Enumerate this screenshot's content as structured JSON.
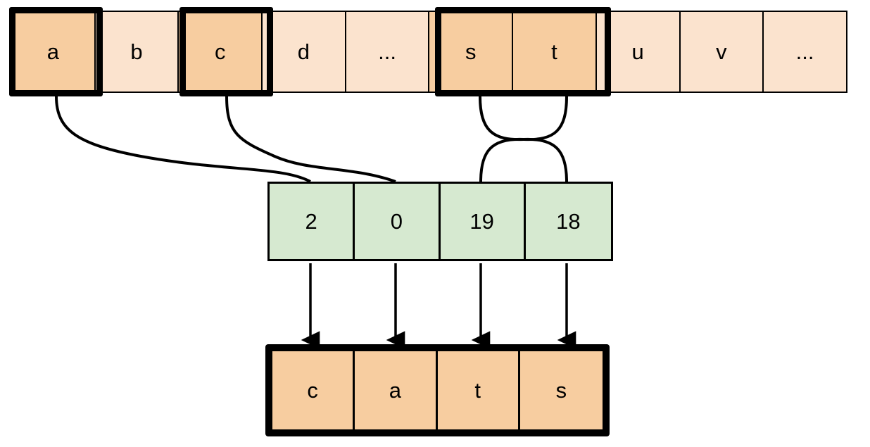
{
  "diagram": {
    "alphabet_row": {
      "name": "alphabet-strip",
      "cells": [
        {
          "label": "a",
          "selected": true
        },
        {
          "label": "b",
          "selected": false
        },
        {
          "label": "c",
          "selected": true
        },
        {
          "label": "d",
          "selected": false
        },
        {
          "label": "...",
          "selected": false
        },
        {
          "label": "s",
          "selected": true
        },
        {
          "label": "t",
          "selected": true
        },
        {
          "label": "u",
          "selected": false
        },
        {
          "label": "v",
          "selected": false
        },
        {
          "label": "...",
          "selected": false
        }
      ]
    },
    "index_row": {
      "name": "index-strip",
      "cells": [
        {
          "label": "2"
        },
        {
          "label": "0"
        },
        {
          "label": "19"
        },
        {
          "label": "18"
        }
      ]
    },
    "output_row": {
      "name": "output-strip",
      "cells": [
        {
          "label": "c"
        },
        {
          "label": "a"
        },
        {
          "label": "t"
        },
        {
          "label": "s"
        }
      ]
    },
    "mappings": [
      {
        "from": "a",
        "to": "0"
      },
      {
        "from": "c",
        "to": "2"
      },
      {
        "from": "s",
        "to": "18"
      },
      {
        "from": "t",
        "to": "19"
      }
    ],
    "arrows": [
      {
        "from": "2",
        "to": "c"
      },
      {
        "from": "0",
        "to": "a"
      },
      {
        "from": "19",
        "to": "t"
      },
      {
        "from": "18",
        "to": "s"
      }
    ],
    "colors": {
      "highlight_fill": "#f7cda0",
      "plain_fill": "#fbe3ce",
      "index_fill": "#d6e9d0",
      "stroke": "#000000",
      "background": "#ffffff"
    }
  }
}
